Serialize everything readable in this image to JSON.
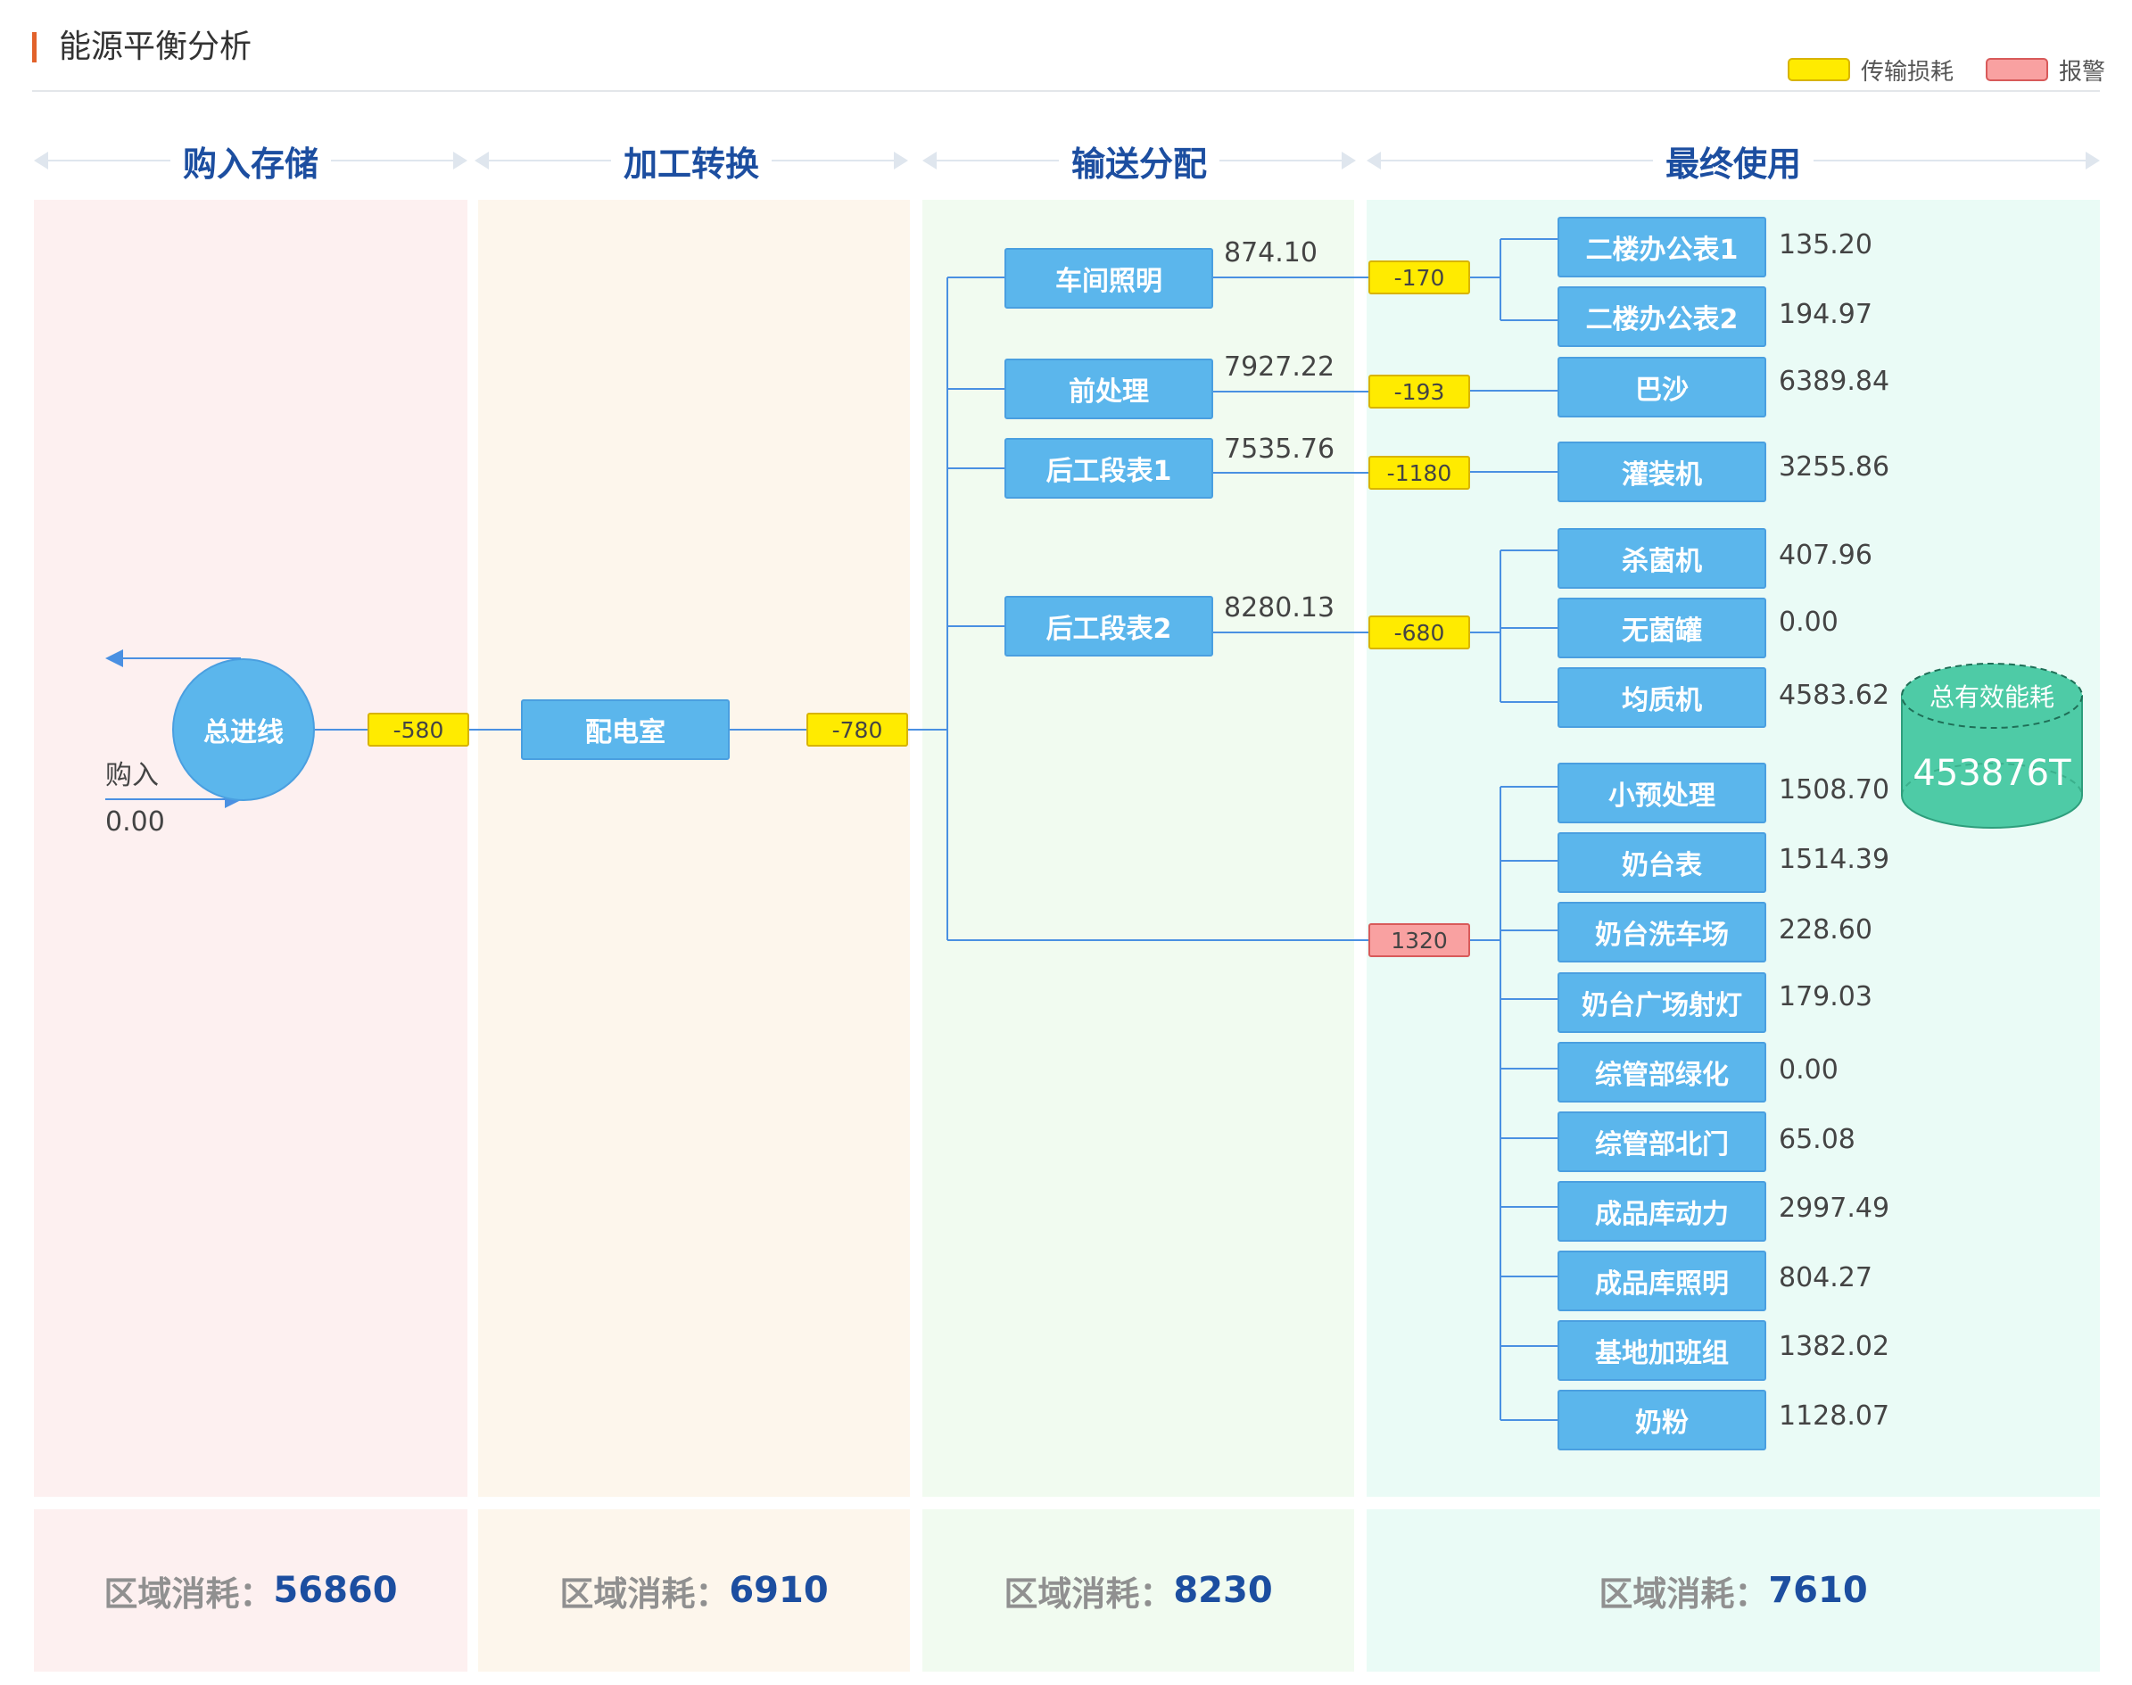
{
  "header": {
    "title": "能源平衡分析"
  },
  "legend": [
    {
      "label": "传输损耗",
      "color": "#ffeb00"
    },
    {
      "label": "报警",
      "color": "#f9a1a1"
    }
  ],
  "columns": [
    {
      "label": "购入存储",
      "bg": "#fdf0f0",
      "footer_label": "区域消耗：",
      "footer_value": "56860"
    },
    {
      "label": "加工转换",
      "bg": "#fdf6ec",
      "footer_label": "区域消耗：",
      "footer_value": "6910"
    },
    {
      "label": "输送分配",
      "bg": "#f1fbf0",
      "footer_label": "区域消耗：",
      "footer_value": "8230"
    },
    {
      "label": "最终使用",
      "bg": "#eafbf6",
      "footer_label": "区域消耗：",
      "footer_value": "7610"
    }
  ],
  "source": {
    "label": "总进线",
    "purchase_label": "购入",
    "purchase_value": "0.00"
  },
  "transform": {
    "label": "配电室",
    "loss_in": "-580",
    "loss_out": "-780"
  },
  "distribution": [
    {
      "label": "车间照明",
      "value": "874.10",
      "loss": "-170",
      "loss_type": "loss"
    },
    {
      "label": "前处理",
      "value": "7927.22",
      "loss": "-193",
      "loss_type": "loss"
    },
    {
      "label": "后工段表1",
      "value": "7535.76",
      "loss": "-1180",
      "loss_type": "loss"
    },
    {
      "label": "后工段表2",
      "value": "8280.13",
      "loss": "-680",
      "loss_type": "loss"
    },
    {
      "label": "",
      "value": "",
      "loss": "1320",
      "loss_type": "alarm"
    }
  ],
  "end_use": [
    {
      "label": "二楼办公表1",
      "value": "135.20"
    },
    {
      "label": "二楼办公表2",
      "value": "194.97"
    },
    {
      "label": "巴沙",
      "value": "6389.84"
    },
    {
      "label": "灌装机",
      "value": "3255.86"
    },
    {
      "label": "杀菌机",
      "value": "407.96"
    },
    {
      "label": "无菌罐",
      "value": "0.00"
    },
    {
      "label": "均质机",
      "value": "4583.62"
    },
    {
      "label": "小预处理",
      "value": "1508.70"
    },
    {
      "label": "奶台表",
      "value": "1514.39"
    },
    {
      "label": "奶台洗车场",
      "value": "228.60"
    },
    {
      "label": "奶台广场射灯",
      "value": "179.03"
    },
    {
      "label": "综管部绿化",
      "value": "0.00"
    },
    {
      "label": "综管部北门",
      "value": "65.08"
    },
    {
      "label": "成品库动力",
      "value": "2997.49"
    },
    {
      "label": "成品库照明",
      "value": "804.27"
    },
    {
      "label": "基地加班组",
      "value": "1382.02"
    },
    {
      "label": "奶粉",
      "value": "1128.07"
    }
  ],
  "total": {
    "label": "总有效能耗",
    "value": "453876T",
    "color": "#4ecba6"
  },
  "colors": {
    "node": "#5bb6ec",
    "line": "#4a90e2",
    "heading": "#1c4ea0",
    "accent": "#e2622b"
  }
}
